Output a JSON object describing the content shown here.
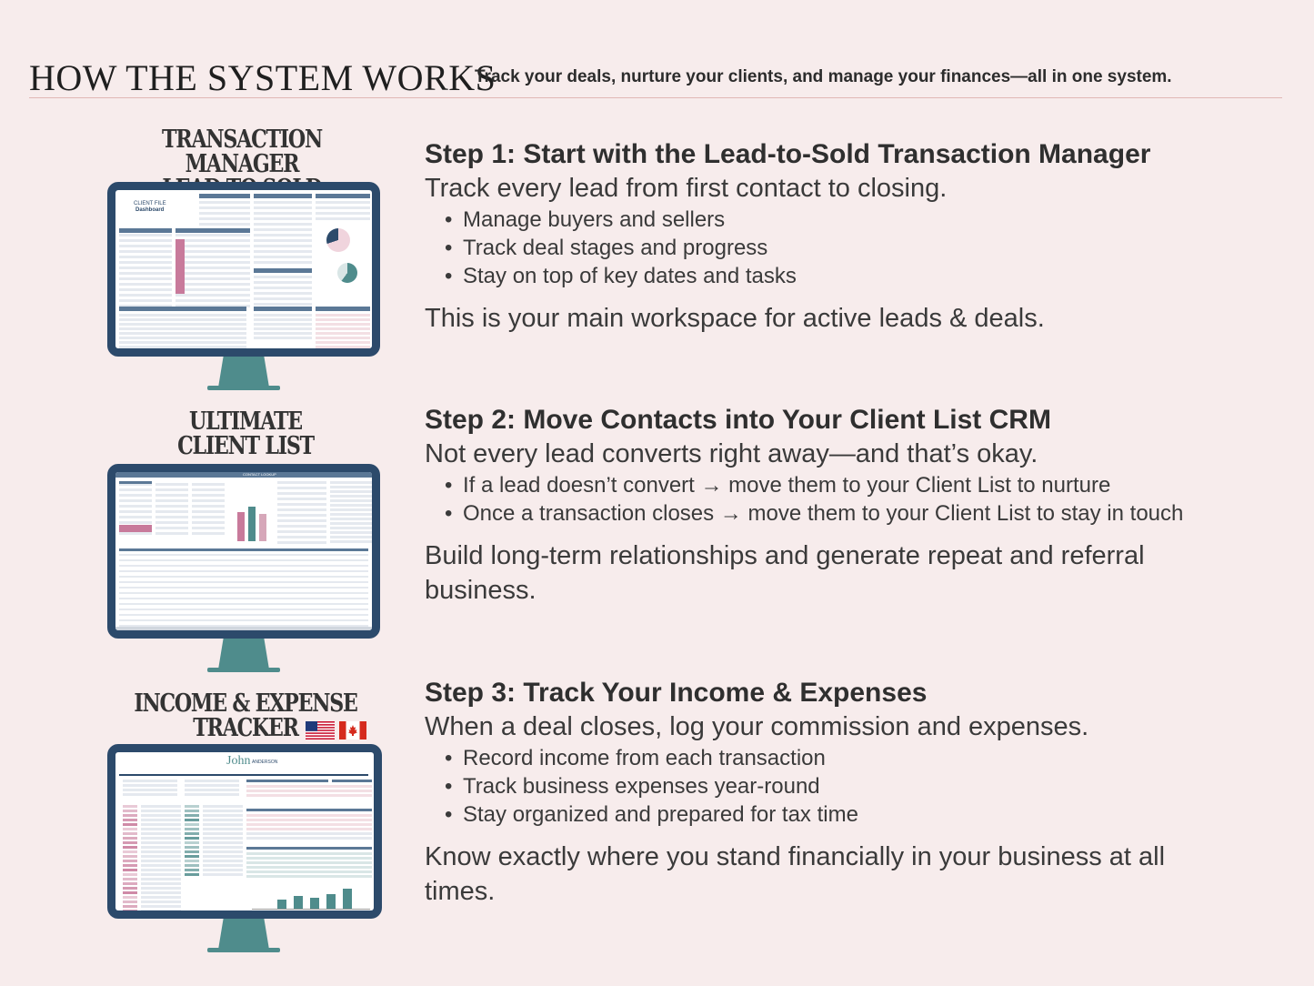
{
  "header": {
    "title": "HOW THE SYSTEM WORKS",
    "tagline": "Track your deals, nurture your clients, and manage your finances—all in one system."
  },
  "products": [
    {
      "title_line1": "TRANSACTION MANAGER",
      "title_line2": "LEAD TO SOLD",
      "screen_label1": "CLIENT FILE",
      "screen_label2": "Dashboard"
    },
    {
      "title_line1": "ULTIMATE",
      "title_line2": "CLIENT LIST",
      "screen_label1": "CONTACT LOOKUP"
    },
    {
      "title_line1": "INCOME & EXPENSE",
      "title_line2": "TRACKER",
      "screen_label1": "John",
      "screen_label2": "ANDERSON"
    }
  ],
  "steps": [
    {
      "title": "Step 1: Start with the Lead-to-Sold Transaction Manager",
      "subtitle": "Track every lead from first contact to closing.",
      "bullets": [
        "Manage buyers and sellers",
        "Track deal stages and progress",
        "Stay on top of key dates and tasks"
      ],
      "footer": "This is your main workspace for active leads & deals."
    },
    {
      "title": "Step 2: Move Contacts into Your Client List CRM",
      "subtitle": "Not every lead converts right away—and that’s okay.",
      "bullets": [
        "If a lead doesn’t convert → move them to your Client List to nurture",
        "Once a transaction closes → move them to your Client List to stay in touch"
      ],
      "footer": "Build long-term relationships and generate repeat and referral business."
    },
    {
      "title": "Step 3: Track Your Income & Expenses",
      "subtitle": "When a deal closes, log your commission and expenses.",
      "bullets": [
        "Record income from each transaction",
        "Track business expenses year-round",
        "Stay organized and prepared for tax time"
      ],
      "footer": "Know exactly where you stand financially in your business at all times."
    }
  ],
  "colors": {
    "background": "#f7ecec",
    "monitor_frame": "#2c4a6b",
    "monitor_stand": "#4f8c8c",
    "accent_pink": "#c87a9b"
  },
  "icons": [
    "us-flag-icon",
    "canada-flag-icon"
  ]
}
